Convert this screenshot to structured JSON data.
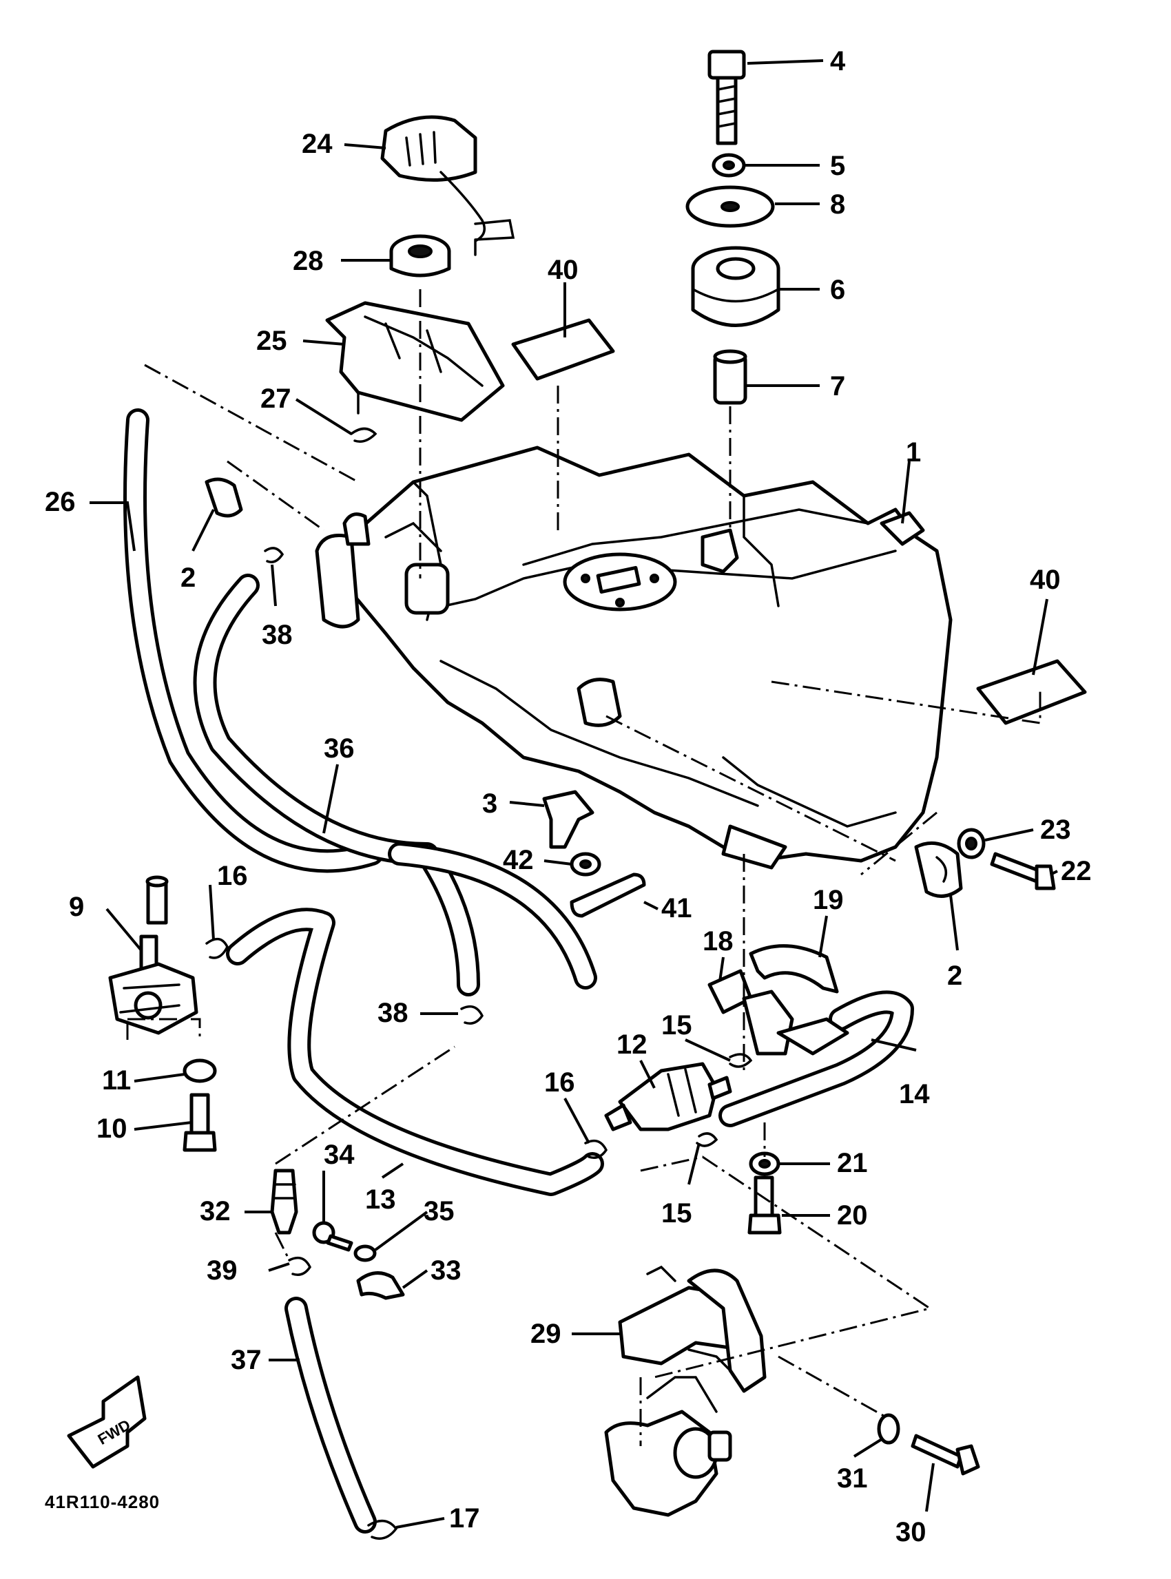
{
  "diagram_code": "41R110-4280",
  "fwd_arrow_label": "FWD",
  "callouts": {
    "c1": "1",
    "c2a": "2",
    "c2b": "2",
    "c3": "3",
    "c4": "4",
    "c5": "5",
    "c6": "6",
    "c7": "7",
    "c8": "8",
    "c9": "9",
    "c10": "10",
    "c11": "11",
    "c12": "12",
    "c13": "13",
    "c14": "14",
    "c15a": "15",
    "c15b": "15",
    "c16a": "16",
    "c16b": "16",
    "c17": "17",
    "c18": "18",
    "c19": "19",
    "c20": "20",
    "c21": "21",
    "c22": "22",
    "c23": "23",
    "c24": "24",
    "c25": "25",
    "c26": "26",
    "c27": "27",
    "c28": "28",
    "c29": "29",
    "c30": "30",
    "c31": "31",
    "c32": "32",
    "c33": "33",
    "c34": "34",
    "c35": "35",
    "c36": "36",
    "c37": "37",
    "c38a": "38",
    "c38b": "38",
    "c39": "39",
    "c40a": "40",
    "c40b": "40",
    "c41": "41",
    "c42": "42"
  }
}
